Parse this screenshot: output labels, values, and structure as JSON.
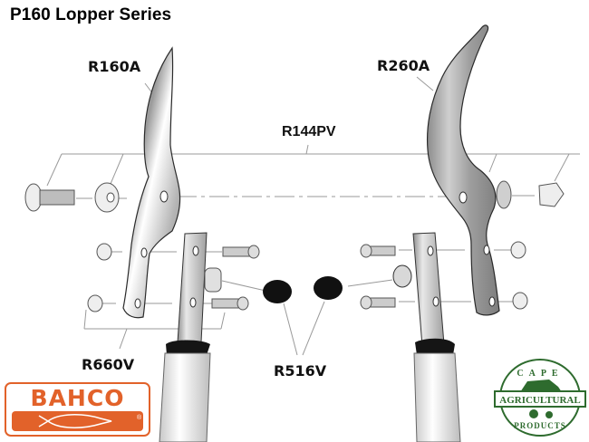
{
  "title": "P160 Lopper Series",
  "parts": {
    "upper_blade": "R160A",
    "lower_blade": "R260A",
    "pivot_kit": "R144PV",
    "handle_screws": "R660V",
    "bumpers": "R516V"
  },
  "logos": {
    "left": {
      "name": "BAHCO",
      "registered": "®",
      "color": "#e2622a"
    },
    "right": {
      "top": "CAPE",
      "middle": "AGRICULTURAL",
      "bottom": "PRODUCTS",
      "color": "#2e6b2e"
    }
  },
  "colors": {
    "line": "#888888",
    "metal_light": "#e6e6e6",
    "metal_dark": "#7a7a7a",
    "bumper": "#111111"
  }
}
